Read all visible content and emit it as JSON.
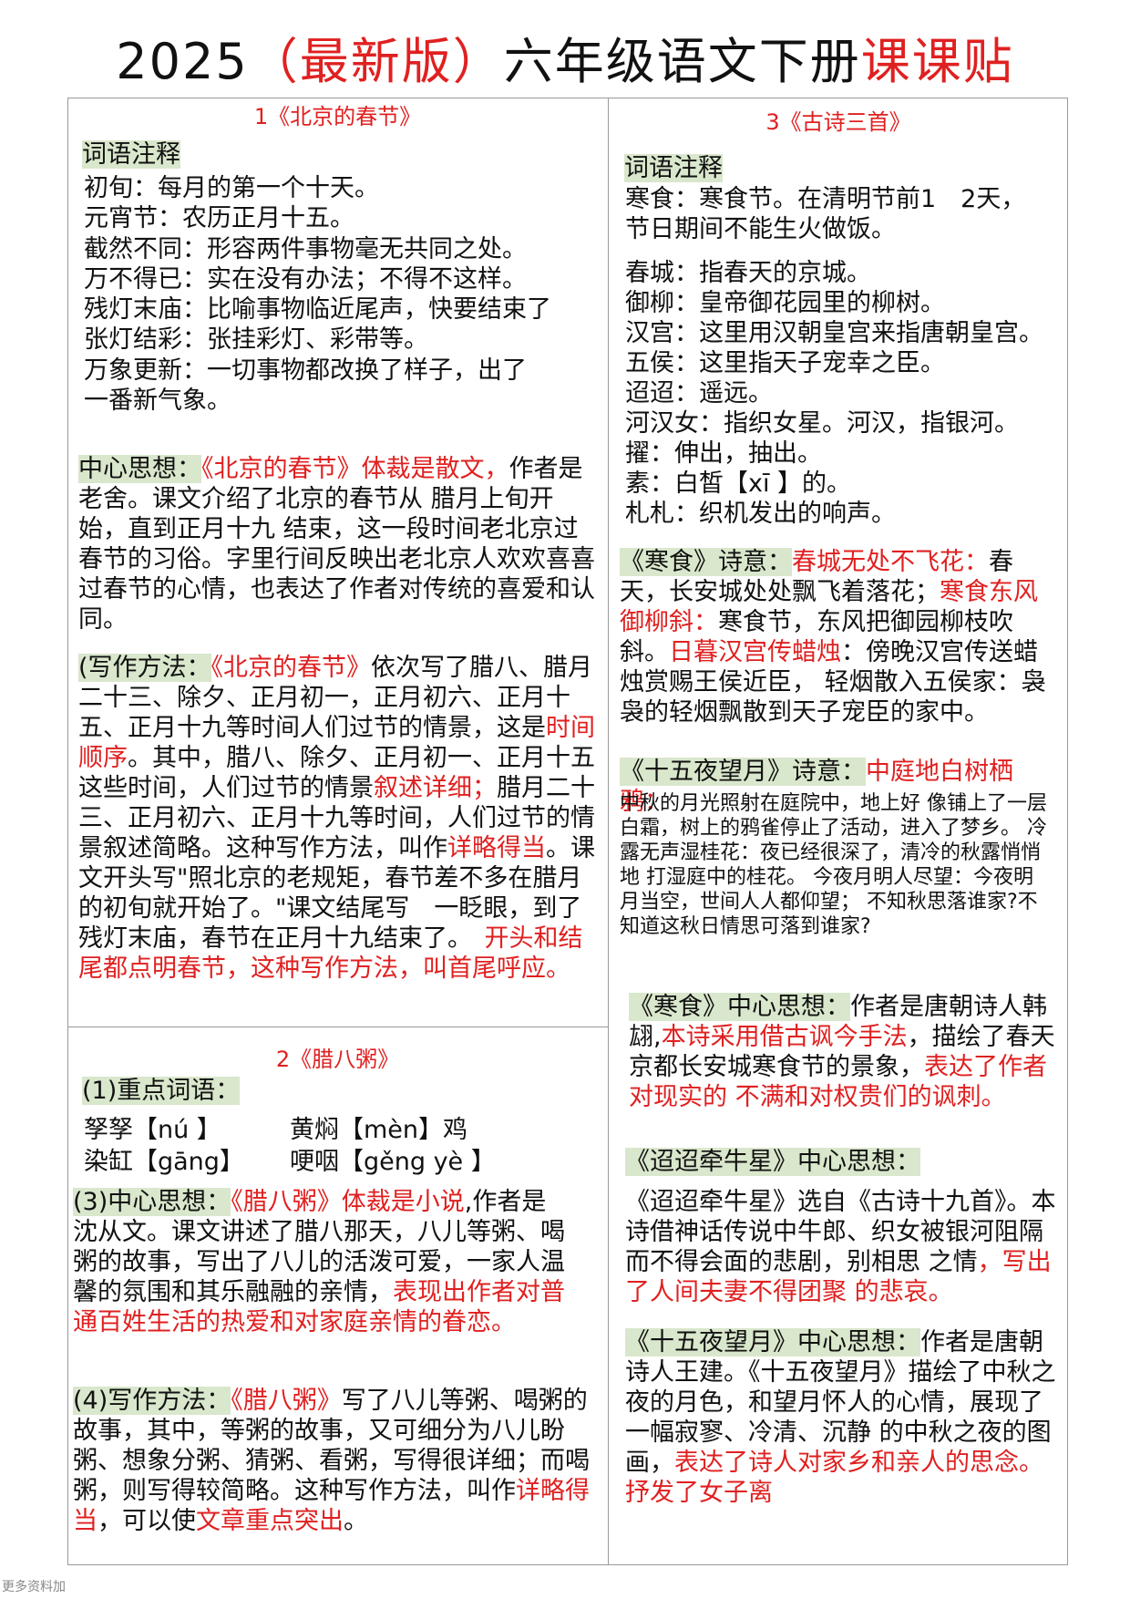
{
  "title": {
    "prefix": "2025",
    "highlight": "（最新版）",
    "middle": "六年级语文下册",
    "suffix": "课课贴"
  },
  "s1": {
    "title": "1《北京的春节》",
    "vocab_label": "词语注释",
    "vocab": [
      "初旬：每月的第一个十天。",
      "元宵节：农历正月十五。",
      "截然不同：形容两件事物毫无共同之处。",
      "万不得已：实在没有办法；不得不这样。",
      "残灯末庙：比喻事物临近尾声，快要结束了",
      "张灯结彩：张挂彩灯、彩带等。",
      "万象更新：一切事物都改换了样子，出了\n一番新气象。"
    ],
    "idea_label": "中心思想：",
    "idea_red": "《北京的春节》体裁是散文，",
    "idea_text": "作者是老舍。课文介绍了北京的春节从 腊月上旬开始，直到正月十九 结束，这一段时间老北京过春节的习俗。字里行间反映出老北京人欢欢喜喜过春节的心情，也表达了作者对传统的喜爱和认同。",
    "method_label": "(写作方法：",
    "method_red1": "《北京的春节》",
    "method_t1": "依次写了腊八、腊月二十三、除夕、正月初一，正月初六、正月十五、正月十九等时间人们过节的情景，这是",
    "method_red2": "时间顺序",
    "method_t2": "。其中，腊八、除夕、正月初一、正月十五这些时间，人们过节的情景",
    "method_red3": "叙述详细；",
    "method_t3": "腊月二十三、正月初六、正月十九等时间，人们过节的情景叙述简略。这种写作方法，叫作",
    "method_red4": "详略得当",
    "method_t4": "。课文开头写\"照北京的老规矩，春节差不多在腊月的初旬就开始了。\"课文结尾写　一眨眼，到了残灯末庙，春节在正月十九结束了。　",
    "method_red5": "开头和结尾都点明春节，这种写作方法，叫首尾呼应。"
  },
  "s2": {
    "title": "2《腊八粥》",
    "vocab_label": "(1)重点词语：",
    "words": [
      "孥孥【nú 】",
      "黄焖【mèn】鸡",
      "染缸【gāng】",
      "哽咽【gěng yè 】"
    ],
    "idea_label": "(3)中心思想：",
    "idea_red1": "《腊八粥》体裁是小说",
    "idea_text": ",作者是沈从文。课文讲述了腊八那天，八儿等粥、喝粥的故事，写出了八儿的活泼可爱，一家人温馨的氛围和其乐融融的亲情，",
    "idea_red2": "表现出作者对普通百姓生活的热爱和对家庭亲情的眷恋。",
    "method_label": "(4)写作方法：",
    "method_red1": "《腊八粥》",
    "method_t1": "写了八儿等粥、喝粥的故事，其中，等粥的故事，又可细分为八儿盼粥、想象分粥、猜粥、看粥，写得很详细；而喝粥，则写得较简略。这种写作方法，叫作",
    "method_red2": "详略得当",
    "method_t2": "，可以使",
    "method_red3": "文章重点突出",
    "method_t3": "。"
  },
  "s3": {
    "title": "3《古诗三首》",
    "vocab_label": "词语注释",
    "vocab_top": "寒食：寒食节。在清明节前1　2天，\n节日期间不能生火做饭。",
    "vocab": [
      "春城：指春天的京城。",
      "御柳：皇帝御花园里的柳树。",
      "汉宫：这里用汉朝皇宫来指唐朝皇宫。",
      "五侯：这里指天子宠幸之臣。",
      "迢迢：遥远。",
      "河汉女：指织女星。河汉，指银河。",
      "擢：伸出，抽出。",
      "素：白皙【xī 】的。",
      "札札：织机发出的响声。"
    ],
    "hanshi_label": "《寒食》诗意：",
    "hanshi_r1": "春城无处不飞花：",
    "hanshi_t1": "春天，长安城处处飘飞着落花；",
    "hanshi_r2": "寒食东风御柳斜：",
    "hanshi_t2": "寒食节，东风把御园柳枝吹斜。",
    "hanshi_r3": "日暮汉宫传蜡烛",
    "hanshi_t3": "：傍晚汉宫传送蜡烛赏赐王侯近臣， 轻烟散入五侯家：袅袅的轻烟飘散到天子宠臣的家中。",
    "shiwu_label": "《十五夜望月》诗意：",
    "shiwu_r1": "中庭地白树栖鸦：",
    "shiwu_t1": "中秋的月光照射在庭院中，地上好 像铺上了一层白霜，树上的鸦雀停止了活动，进入了梦乡。 冷露无声湿桂花：夜已经很深了，清冷的秋露悄悄地 打湿庭中的桂花。 今夜月明人尽望：今夜明月当空，世间人人都仰望； 不知秋思落谁家?不知道这秋日情思可落到谁家?",
    "hanshi_idea_label": "《寒食》中心思想：",
    "hanshi_idea_t1": "作者是唐朝诗人韩翃,",
    "hanshi_idea_r1": "本诗采用借古讽今手法",
    "hanshi_idea_t2": "，描绘了春天京都长安城寒食节的景象，",
    "hanshi_idea_r2": "表达了作者对现实的 不满和对权贵们的讽刺。",
    "tiaotiao_label": "《迢迢牵牛星》中心思想：",
    "tiaotiao_t1": "《迢迢牵牛星》选自《古诗十九首》。本诗借神话传说中牛郎、织女被银河阻隔而不得会面的悲剧，别相思 之情",
    "tiaotiao_r1": "，写出了人间夫妻不得团聚 的悲哀。",
    "shiwu_idea_label": "《十五夜望月》中心思想：",
    "shiwu_idea_t1": "作者是唐朝诗人王建。《十五夜望月》描绘了中秋之夜的月色，和望月怀人的心情，展现了一幅寂寥、冷清、沉静 的中秋之夜的图画，",
    "shiwu_idea_r1": "表达了诗人对家乡和亲人的思念。抒发了女子离"
  },
  "footer": "更多资料加"
}
